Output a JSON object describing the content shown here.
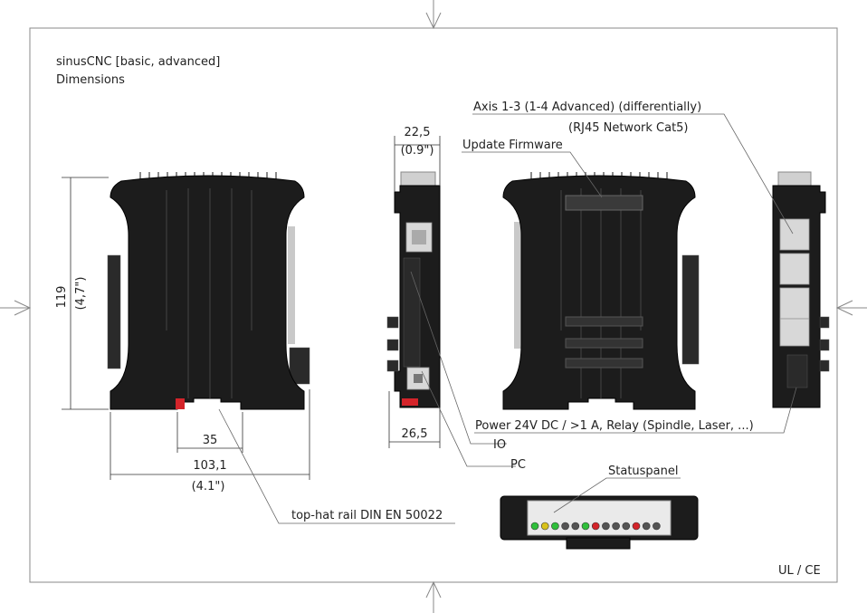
{
  "title": "sinusCNC [basic, advanced]",
  "subtitle": "Dimensions",
  "certification": "UL / CE",
  "dimensions": {
    "height_mm": "119",
    "height_in": "(4,7\")",
    "width_mm": "103,1",
    "width_in": "(4.1\")",
    "rail_mm": "35",
    "depth_top_mm": "22,5",
    "depth_top_in": "(0.9\")",
    "depth_bottom_mm": "26,5"
  },
  "callouts": {
    "axis": "Axis 1-3 (1-4 Advanced) (differentially)",
    "rj45": "(RJ45 Network Cat5)",
    "update_firmware": "Update Firmware",
    "power": "Power 24V DC / >1 A, Relay (Spindle, Laser, ...)",
    "io": "IO",
    "pc": "PC",
    "statuspanel": "Statuspanel",
    "rail": "top-hat rail DIN EN 50022"
  },
  "leds": {
    "colors": [
      "#2fbf3a",
      "#d8c21a",
      "#2fbf3a",
      "#555555",
      "#555555",
      "#2fbf3a",
      "#d4242a",
      "#555555",
      "#555555",
      "#555555",
      "#d4242a",
      "#555555",
      "#555555"
    ]
  }
}
